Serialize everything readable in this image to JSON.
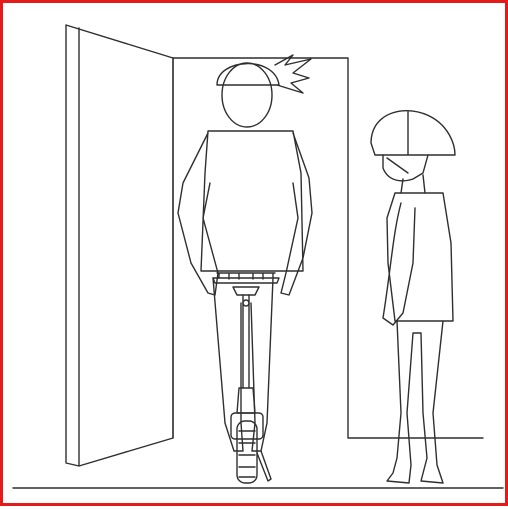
{
  "illustration": {
    "frame_color": "#e31b1b",
    "line_color": "#2f2f2f",
    "background": "#ffffff",
    "elements": [
      "open-door",
      "door-frame",
      "rider-facing-front",
      "helmet-with-spiky-hair",
      "kick-scooter",
      "rider-side-profile",
      "helmet-side-view",
      "floor-line"
    ]
  }
}
